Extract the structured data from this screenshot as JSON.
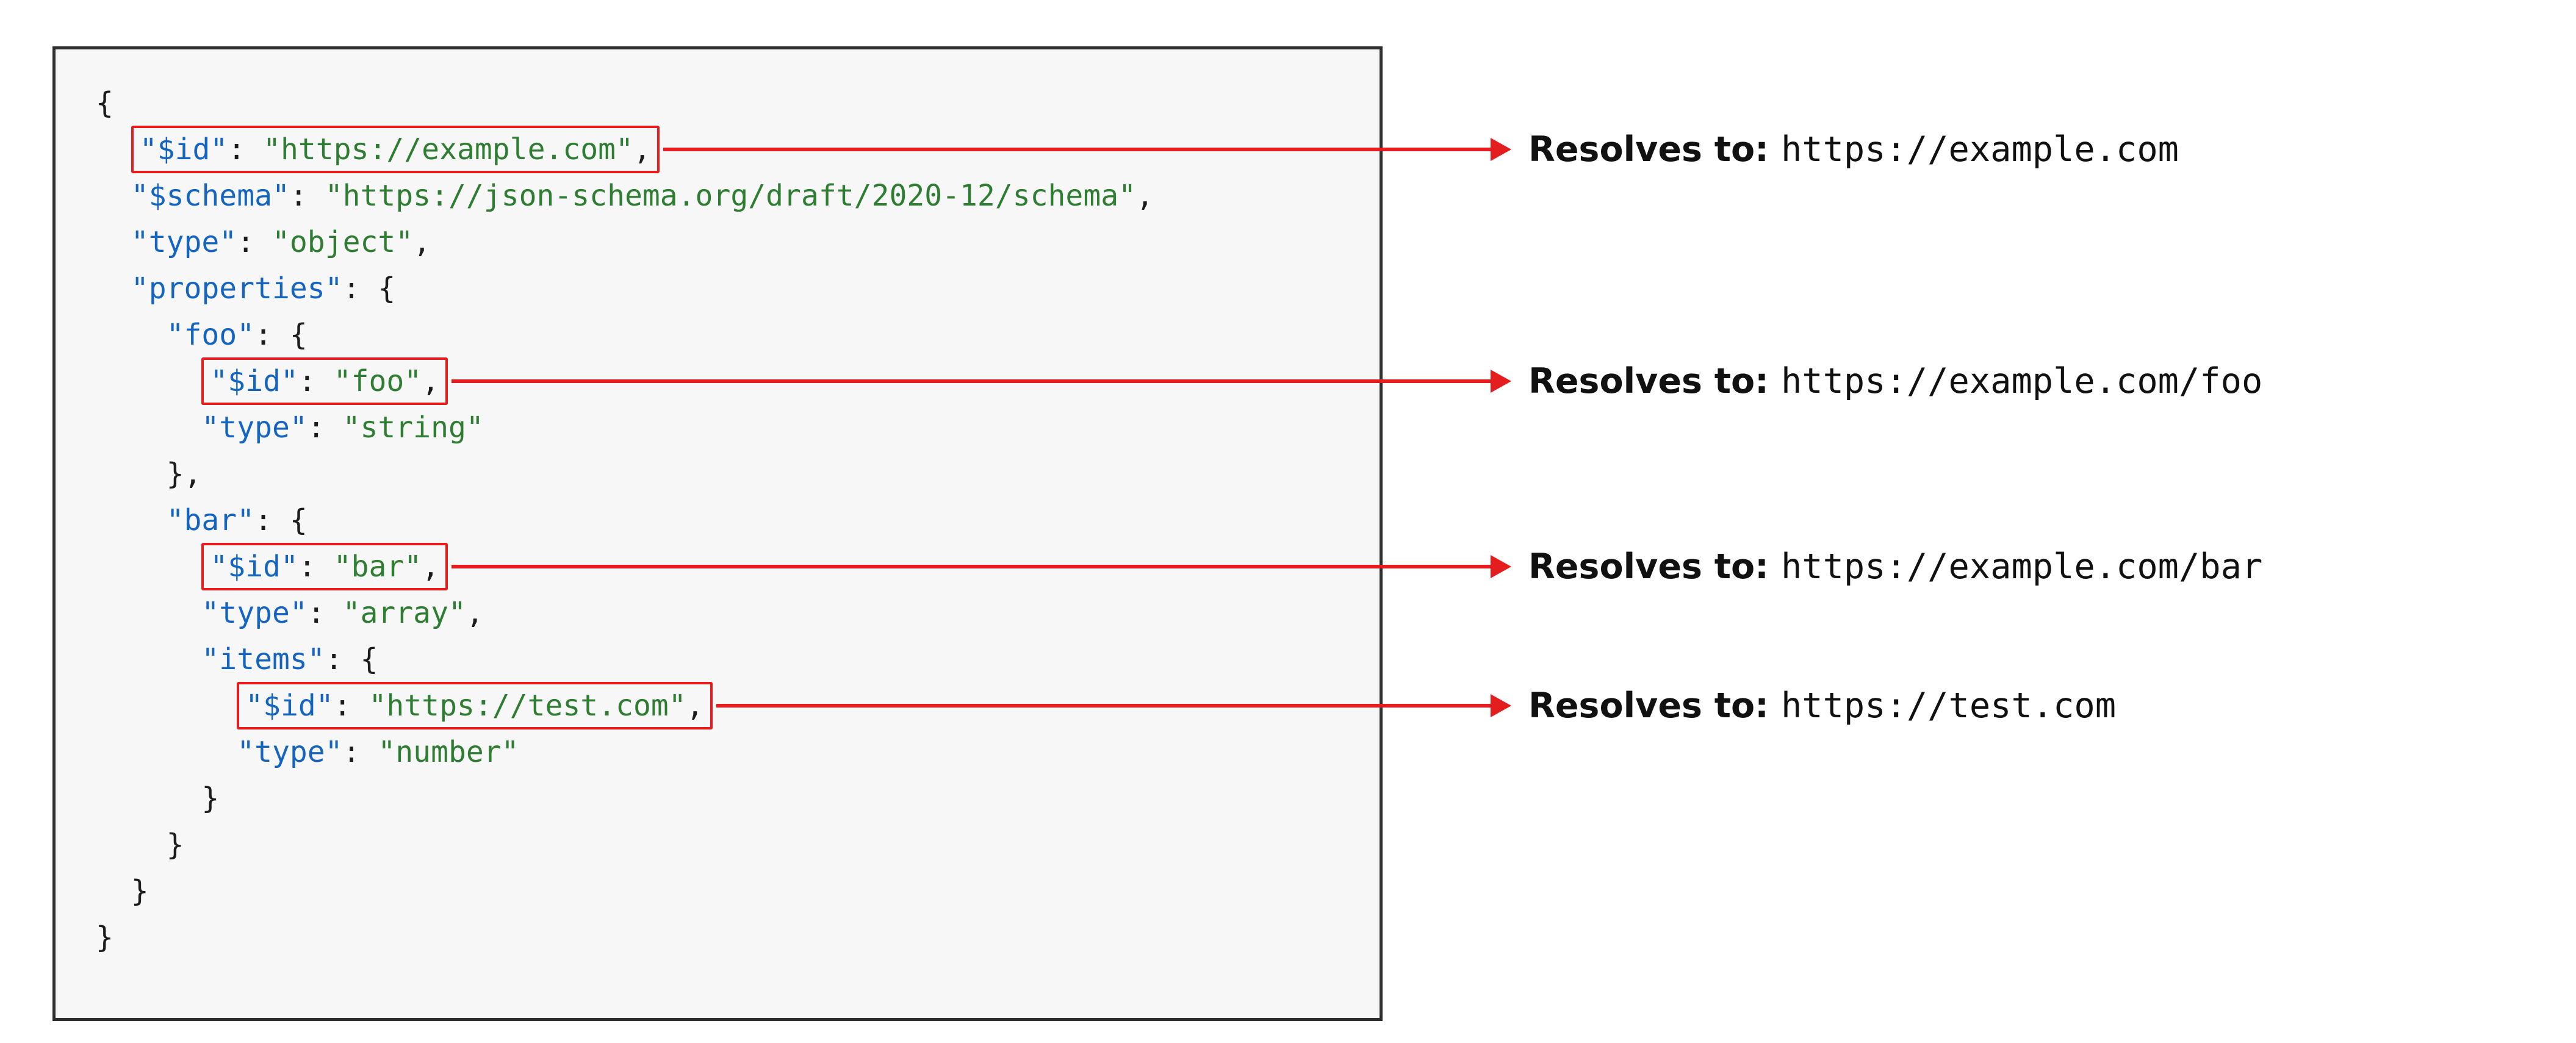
{
  "colors": {
    "red": "#e41e1e",
    "key": "#1565c0",
    "str": "#2e7d32",
    "pln": "#1c1c1c",
    "panel_bg": "#f7f7f7",
    "panel_border": "#2e2e2e"
  },
  "code": {
    "lines": [
      {
        "pre": [
          {
            "t": "{",
            "c": "pln"
          }
        ],
        "boxed": null
      },
      {
        "pre": [
          {
            "t": "  ",
            "c": "pln"
          }
        ],
        "boxed": [
          {
            "t": "\"$id\"",
            "c": "key"
          },
          {
            "t": ": ",
            "c": "pln"
          },
          {
            "t": "\"https://example.com\"",
            "c": "str"
          },
          {
            "t": ",",
            "c": "pln"
          }
        ]
      },
      {
        "pre": [
          {
            "t": "  ",
            "c": "pln"
          },
          {
            "t": "\"$schema\"",
            "c": "key"
          },
          {
            "t": ": ",
            "c": "pln"
          },
          {
            "t": "\"https://json-schema.org/draft/2020-12/schema\"",
            "c": "str"
          },
          {
            "t": ",",
            "c": "pln"
          }
        ],
        "boxed": null
      },
      {
        "pre": [
          {
            "t": "  ",
            "c": "pln"
          },
          {
            "t": "\"type\"",
            "c": "key"
          },
          {
            "t": ": ",
            "c": "pln"
          },
          {
            "t": "\"object\"",
            "c": "str"
          },
          {
            "t": ",",
            "c": "pln"
          }
        ],
        "boxed": null
      },
      {
        "pre": [
          {
            "t": "  ",
            "c": "pln"
          },
          {
            "t": "\"properties\"",
            "c": "key"
          },
          {
            "t": ": {",
            "c": "pln"
          }
        ],
        "boxed": null
      },
      {
        "pre": [
          {
            "t": "    ",
            "c": "pln"
          },
          {
            "t": "\"foo\"",
            "c": "key"
          },
          {
            "t": ": {",
            "c": "pln"
          }
        ],
        "boxed": null
      },
      {
        "pre": [
          {
            "t": "      ",
            "c": "pln"
          }
        ],
        "boxed": [
          {
            "t": "\"$id\"",
            "c": "key"
          },
          {
            "t": ": ",
            "c": "pln"
          },
          {
            "t": "\"foo\"",
            "c": "str"
          },
          {
            "t": ",",
            "c": "pln"
          }
        ]
      },
      {
        "pre": [
          {
            "t": "      ",
            "c": "pln"
          },
          {
            "t": "\"type\"",
            "c": "key"
          },
          {
            "t": ": ",
            "c": "pln"
          },
          {
            "t": "\"string\"",
            "c": "str"
          }
        ],
        "boxed": null
      },
      {
        "pre": [
          {
            "t": "    },",
            "c": "pln"
          }
        ],
        "boxed": null
      },
      {
        "pre": [
          {
            "t": "    ",
            "c": "pln"
          },
          {
            "t": "\"bar\"",
            "c": "key"
          },
          {
            "t": ": {",
            "c": "pln"
          }
        ],
        "boxed": null
      },
      {
        "pre": [
          {
            "t": "      ",
            "c": "pln"
          }
        ],
        "boxed": [
          {
            "t": "\"$id\"",
            "c": "key"
          },
          {
            "t": ": ",
            "c": "pln"
          },
          {
            "t": "\"bar\"",
            "c": "str"
          },
          {
            "t": ",",
            "c": "pln"
          }
        ]
      },
      {
        "pre": [
          {
            "t": "      ",
            "c": "pln"
          },
          {
            "t": "\"type\"",
            "c": "key"
          },
          {
            "t": ": ",
            "c": "pln"
          },
          {
            "t": "\"array\"",
            "c": "str"
          },
          {
            "t": ",",
            "c": "pln"
          }
        ],
        "boxed": null
      },
      {
        "pre": [
          {
            "t": "      ",
            "c": "pln"
          },
          {
            "t": "\"items\"",
            "c": "key"
          },
          {
            "t": ": {",
            "c": "pln"
          }
        ],
        "boxed": null
      },
      {
        "pre": [
          {
            "t": "        ",
            "c": "pln"
          }
        ],
        "boxed": [
          {
            "t": "\"$id\"",
            "c": "key"
          },
          {
            "t": ": ",
            "c": "pln"
          },
          {
            "t": "\"https://test.com\"",
            "c": "str"
          },
          {
            "t": ",",
            "c": "pln"
          }
        ]
      },
      {
        "pre": [
          {
            "t": "        ",
            "c": "pln"
          },
          {
            "t": "\"type\"",
            "c": "key"
          },
          {
            "t": ": ",
            "c": "pln"
          },
          {
            "t": "\"number\"",
            "c": "str"
          }
        ],
        "boxed": null
      },
      {
        "pre": [
          {
            "t": "      }",
            "c": "pln"
          }
        ],
        "boxed": null
      },
      {
        "pre": [
          {
            "t": "    }",
            "c": "pln"
          }
        ],
        "boxed": null
      },
      {
        "pre": [
          {
            "t": "  }",
            "c": "pln"
          }
        ],
        "boxed": null
      },
      {
        "pre": [
          {
            "t": "}",
            "c": "pln"
          }
        ],
        "boxed": null
      }
    ]
  },
  "annotations": [
    {
      "label": "Resolves to:",
      "value": "https://example.com"
    },
    {
      "label": "Resolves to:",
      "value": "https://example.com/foo"
    },
    {
      "label": "Resolves to:",
      "value": "https://example.com/bar"
    },
    {
      "label": "Resolves to:",
      "value": "https://test.com"
    }
  ]
}
